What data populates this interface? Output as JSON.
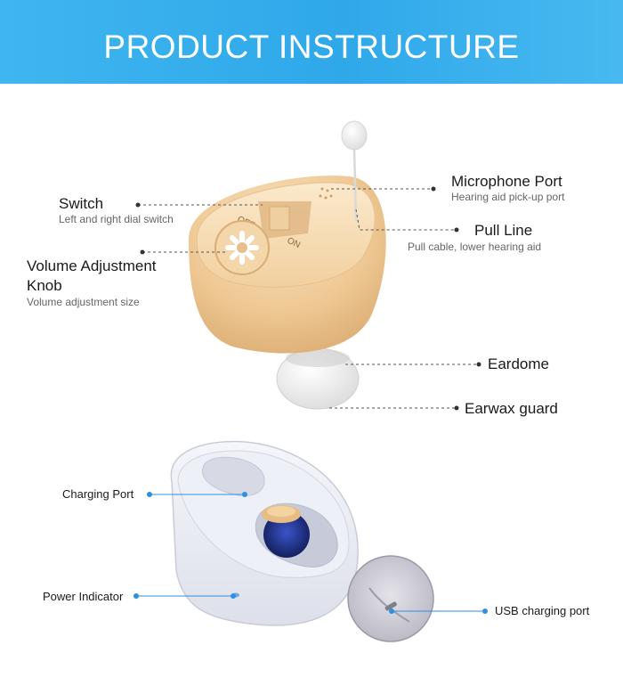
{
  "banner": {
    "title": "PRODUCT INSTRUCTURE",
    "color": "#3fb6ef"
  },
  "hearing_aid": {
    "switch_marks": {
      "off": "OFF",
      "on": "ON"
    },
    "callouts": {
      "switch": {
        "title": "Switch",
        "desc": "Left and right dial switch"
      },
      "volume": {
        "title_line1": "Volume Adjustment",
        "title_line2": "Knob",
        "desc": "Volume adjustment size"
      },
      "microphone": {
        "title": "Microphone Port",
        "desc": "Hearing aid pick-up port"
      },
      "pull_line": {
        "title": "Pull Line",
        "desc": "Pull cable, lower hearing aid"
      },
      "eardome": {
        "title": "Eardome"
      },
      "earwax": {
        "title": "Earwax guard"
      }
    }
  },
  "charging_case": {
    "callouts": {
      "charging_port": "Charging Port",
      "power_indicator": "Power Indicator",
      "usb_port": "USB charging port"
    },
    "accent_color": "#2f8fe0"
  }
}
